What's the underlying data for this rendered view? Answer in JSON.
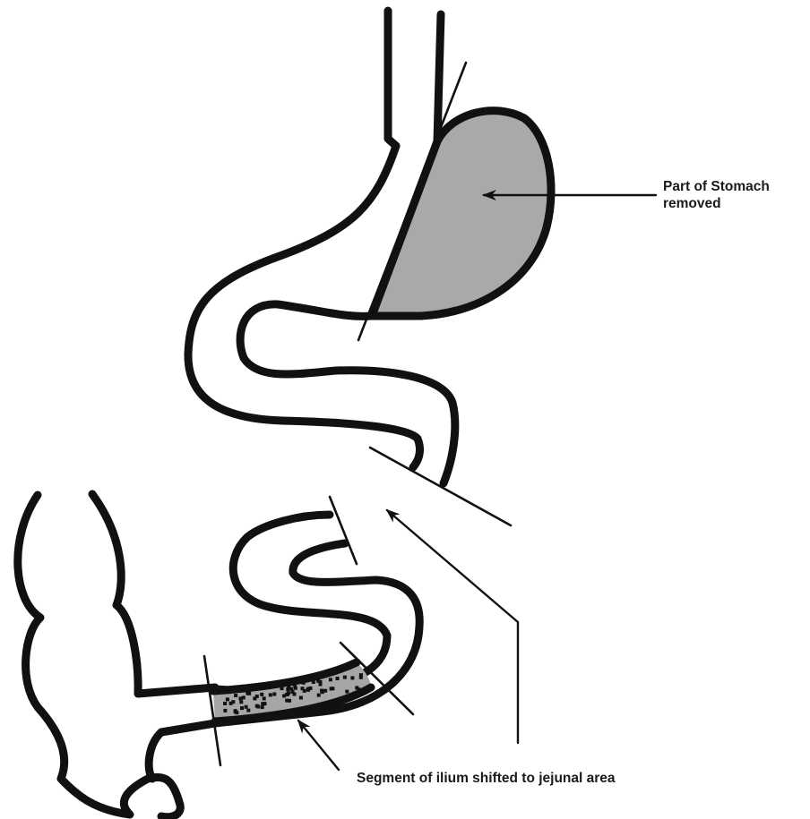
{
  "labels": {
    "stomach_line1": "Part of Stomach",
    "stomach_line2": "removed",
    "ileum": "Segment of ilium shifted to jejunal area"
  },
  "colors": {
    "outline": "#111111",
    "stomach_fill": "#a9a9a9",
    "segment_fill": "#a6a6a6",
    "speckle": "#111111",
    "background": "#ffffff"
  }
}
